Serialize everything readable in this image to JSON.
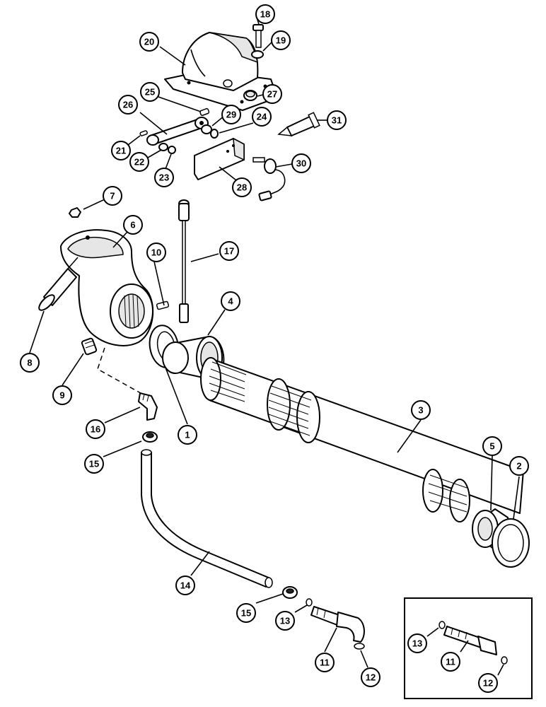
{
  "figure": {
    "callout_labels": {
      "c1": "1",
      "c2": "2",
      "c3": "3",
      "c4": "4",
      "c5": "5",
      "c6": "6",
      "c7": "7",
      "c8": "8",
      "c9": "9",
      "c10": "10",
      "c11": "11",
      "c11b": "11",
      "c12": "12",
      "c12b": "12",
      "c13": "13",
      "c13b": "13",
      "c14": "14",
      "c15": "15",
      "c15b": "15",
      "c16": "16",
      "c17": "17",
      "c18": "18",
      "c19": "19",
      "c20": "20",
      "c21": "21",
      "c22": "22",
      "c23": "23",
      "c24": "24",
      "c25": "25",
      "c26": "26",
      "c27": "27",
      "c28": "28",
      "c29": "29",
      "c30": "30",
      "c31": "31"
    }
  }
}
